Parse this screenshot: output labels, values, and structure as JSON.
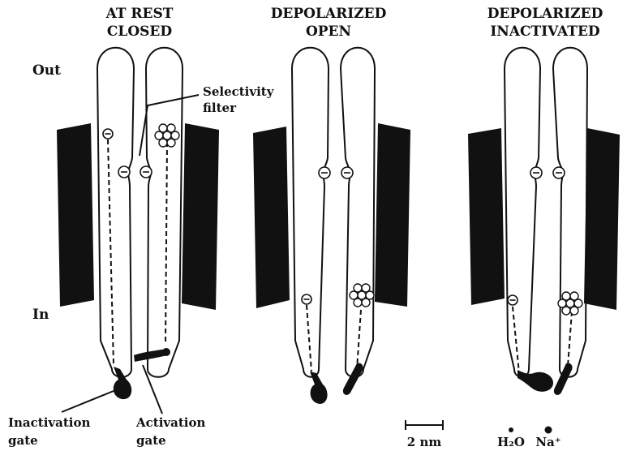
{
  "titles": {
    "rest_line1": "AT REST",
    "rest_line2": "CLOSED",
    "open_line1": "DEPOLARIZED",
    "open_line2": "OPEN",
    "inact_line1": "DEPOLARIZED",
    "inact_line2": "INACTIVATED"
  },
  "labels": {
    "out": "Out",
    "in": "In",
    "selectivity_line1": "Selectivity",
    "selectivity_line2": "filter",
    "inactivation_line1": "Inactivation",
    "inactivation_line2": "gate",
    "activation_line1": "Activation",
    "activation_line2": "gate",
    "charge_symbol": "⊖"
  },
  "legend": {
    "scale": "2 nm",
    "water": "H₂O",
    "sodium": "Na⁺"
  },
  "icons": [
    "membrane-block",
    "protein-subunit",
    "negative-charge-icon",
    "positive-charge-cluster-icon",
    "inactivation-gate-ball",
    "activation-gate-bar",
    "water-molecule-dot",
    "sodium-ion-dot"
  ],
  "colors": {
    "ink": "#111111",
    "membrane": "#111111",
    "background": "#ffffff"
  }
}
